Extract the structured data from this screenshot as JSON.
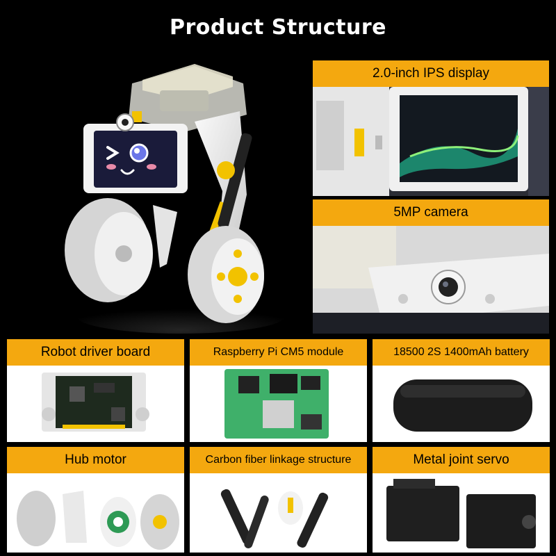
{
  "page": {
    "title": "Product Structure"
  },
  "features": [
    {
      "label": "2.0-inch IPS display"
    },
    {
      "label": "5MP camera"
    }
  ],
  "components": [
    {
      "label": "Robot driver board"
    },
    {
      "label": "Raspberry Pi CM5 module"
    },
    {
      "label": "18500 2S 1400mAh battery"
    },
    {
      "label": "Hub motor"
    },
    {
      "label": "Carbon fiber linkage structure"
    },
    {
      "label": "Metal joint servo"
    }
  ],
  "colors": {
    "accent": "#f4a80f",
    "background": "#000000",
    "robot_body": "#eeeeee",
    "highlight": "#f2c200"
  }
}
